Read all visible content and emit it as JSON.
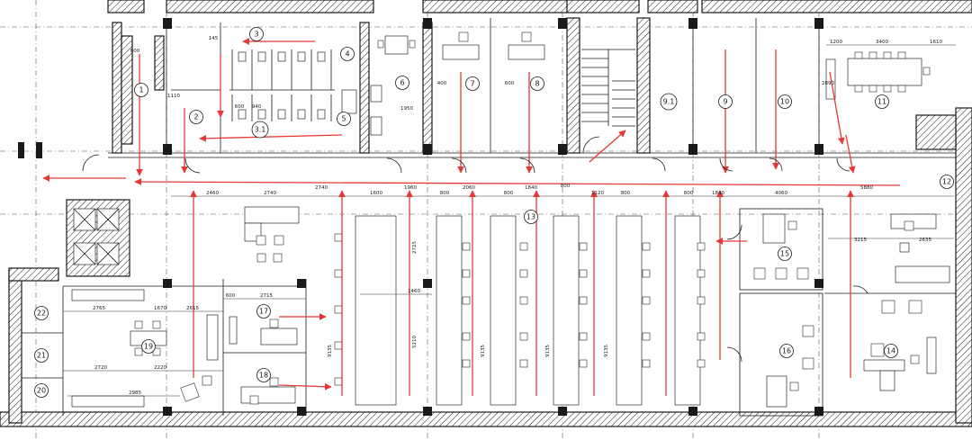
{
  "rooms": [
    {
      "id": "r1",
      "label": "1"
    },
    {
      "id": "r2",
      "label": "2"
    },
    {
      "id": "r3",
      "label": "3"
    },
    {
      "id": "r31",
      "label": "3.1"
    },
    {
      "id": "r4",
      "label": "4"
    },
    {
      "id": "r5",
      "label": "5"
    },
    {
      "id": "r6",
      "label": "6"
    },
    {
      "id": "r7",
      "label": "7"
    },
    {
      "id": "r8",
      "label": "8"
    },
    {
      "id": "r91",
      "label": "9.1"
    },
    {
      "id": "r9",
      "label": "9"
    },
    {
      "id": "r10",
      "label": "10"
    },
    {
      "id": "r11",
      "label": "11"
    },
    {
      "id": "r12",
      "label": "12"
    },
    {
      "id": "r13",
      "label": "13"
    },
    {
      "id": "r14",
      "label": "14"
    },
    {
      "id": "r15",
      "label": "15"
    },
    {
      "id": "r16",
      "label": "16"
    },
    {
      "id": "r17",
      "label": "17"
    },
    {
      "id": "r18",
      "label": "18"
    },
    {
      "id": "r19",
      "label": "19"
    },
    {
      "id": "r20",
      "label": "20"
    },
    {
      "id": "r21",
      "label": "21"
    },
    {
      "id": "r22",
      "label": "22"
    }
  ],
  "dimensions": {
    "d_600a": "600",
    "d_1110": "1110",
    "d_145": "145",
    "d_1200": "1200",
    "d_3400": "3400",
    "d_1610": "1610",
    "d_2460": "2460",
    "d_2740a": "2740",
    "d_2740b": "2740",
    "d_1600": "1600",
    "d_1960": "1960",
    "d_800a": "800",
    "d_2060": "2060",
    "d_800b": "800",
    "d_1840a": "1840",
    "d_800c": "800",
    "d_1120": "1120",
    "d_800d": "800",
    "d_800e": "800",
    "d_1840b": "1840",
    "d_4060": "4060",
    "d_5880": "5880",
    "d_3215": "3215",
    "d_2635": "2635",
    "d_2765": "2765",
    "d_1670": "1670",
    "d_2615": "2615",
    "d_2720": "2720",
    "d_2220": "2220",
    "d_2985": "2985",
    "d_600b": "600",
    "d_2715": "2715",
    "d_1460": "1460",
    "d_1950": "1950",
    "d_400a": "400",
    "d_600c": "600",
    "d_600d": "600",
    "d_2890": "2890",
    "d_940": "940",
    "d_9135a": "9135",
    "d_9135b": "9135",
    "d_9135c": "9135",
    "d_9135d": "9135",
    "d_5210": "5210",
    "d_2725": "2725"
  },
  "colors": {
    "wall": "#1a1a1a",
    "arrow": "#e53935",
    "background": "#ffffff"
  }
}
